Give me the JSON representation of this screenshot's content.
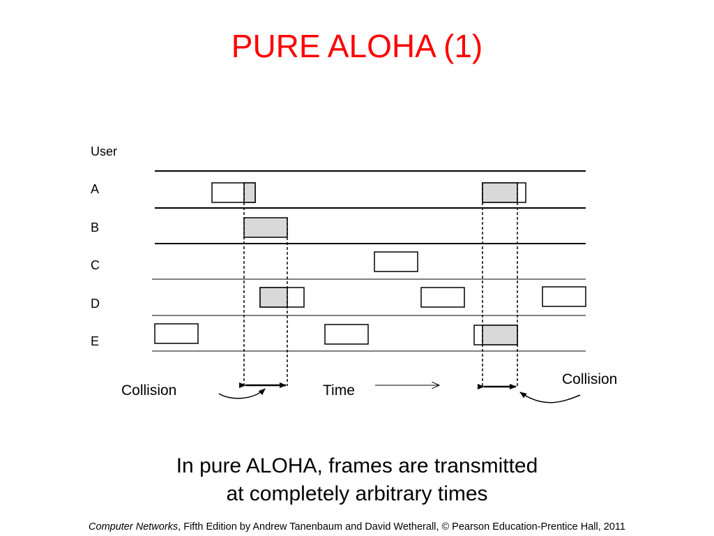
{
  "slide": {
    "title": "PURE ALOHA (1)",
    "title_color": "#ff0000"
  },
  "diagram": {
    "axis_label": "User",
    "users": [
      "A",
      "B",
      "C",
      "D",
      "E"
    ],
    "time_label": "Time",
    "collision_left_label": "Collision",
    "collision_right_label": "Collision",
    "frame_fill": "#ffffff",
    "overlap_fill": "#d9d9d9",
    "line_color": "#000000"
  },
  "caption": {
    "line1": "In pure ALOHA, frames are transmitted",
    "line2": "at completely arbitrary times"
  },
  "footer": {
    "book_title": "Computer Networks",
    "rest": ", Fifth Edition by Andrew Tanenbaum and David Wetherall, © Pearson Education-Prentice Hall, 2011"
  }
}
